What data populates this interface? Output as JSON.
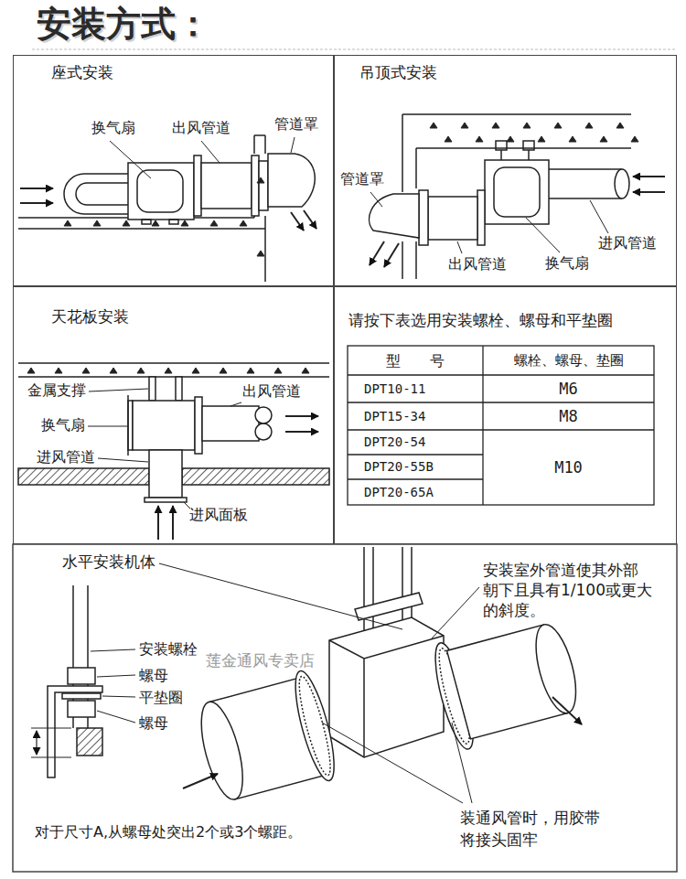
{
  "diagram": {
    "title": "安装方式：",
    "nodes": [
      {
        "text": [
          "座式安装"
        ]
      },
      {
        "text": [
          "吊顶式安装"
        ]
      },
      {
        "text": [
          "天花板安装"
        ]
      },
      {
        "text": [
          "请按下表选用安装螺栓、螺母和平垫圈"
        ]
      }
    ],
    "labels": [
      "换气扇",
      "出风管道",
      "管道罩",
      "管道罩",
      "出风管道",
      "换气扇",
      "进风管道",
      "金属支撑",
      "换气扇",
      "进风管道",
      "出风管道",
      "进风面板",
      "型　　号",
      "螺栓、螺母、垫圈",
      "DPT10-11",
      "M6",
      "DPT15-34",
      "M8",
      "DPT20-54",
      "DPT20-55B",
      "DPT20-65A",
      "M10",
      "水平安装机体",
      "安装室外管道使其外部朝下且具有1/100或更大的斜度。",
      "安装螺栓",
      "螺母",
      "平垫圈",
      "螺母",
      "莲金通风专卖店",
      "对于尺寸A,从螺母处突出2个或3个螺距。",
      "装通风管时，用胶带将接头固牢"
    ]
  }
}
